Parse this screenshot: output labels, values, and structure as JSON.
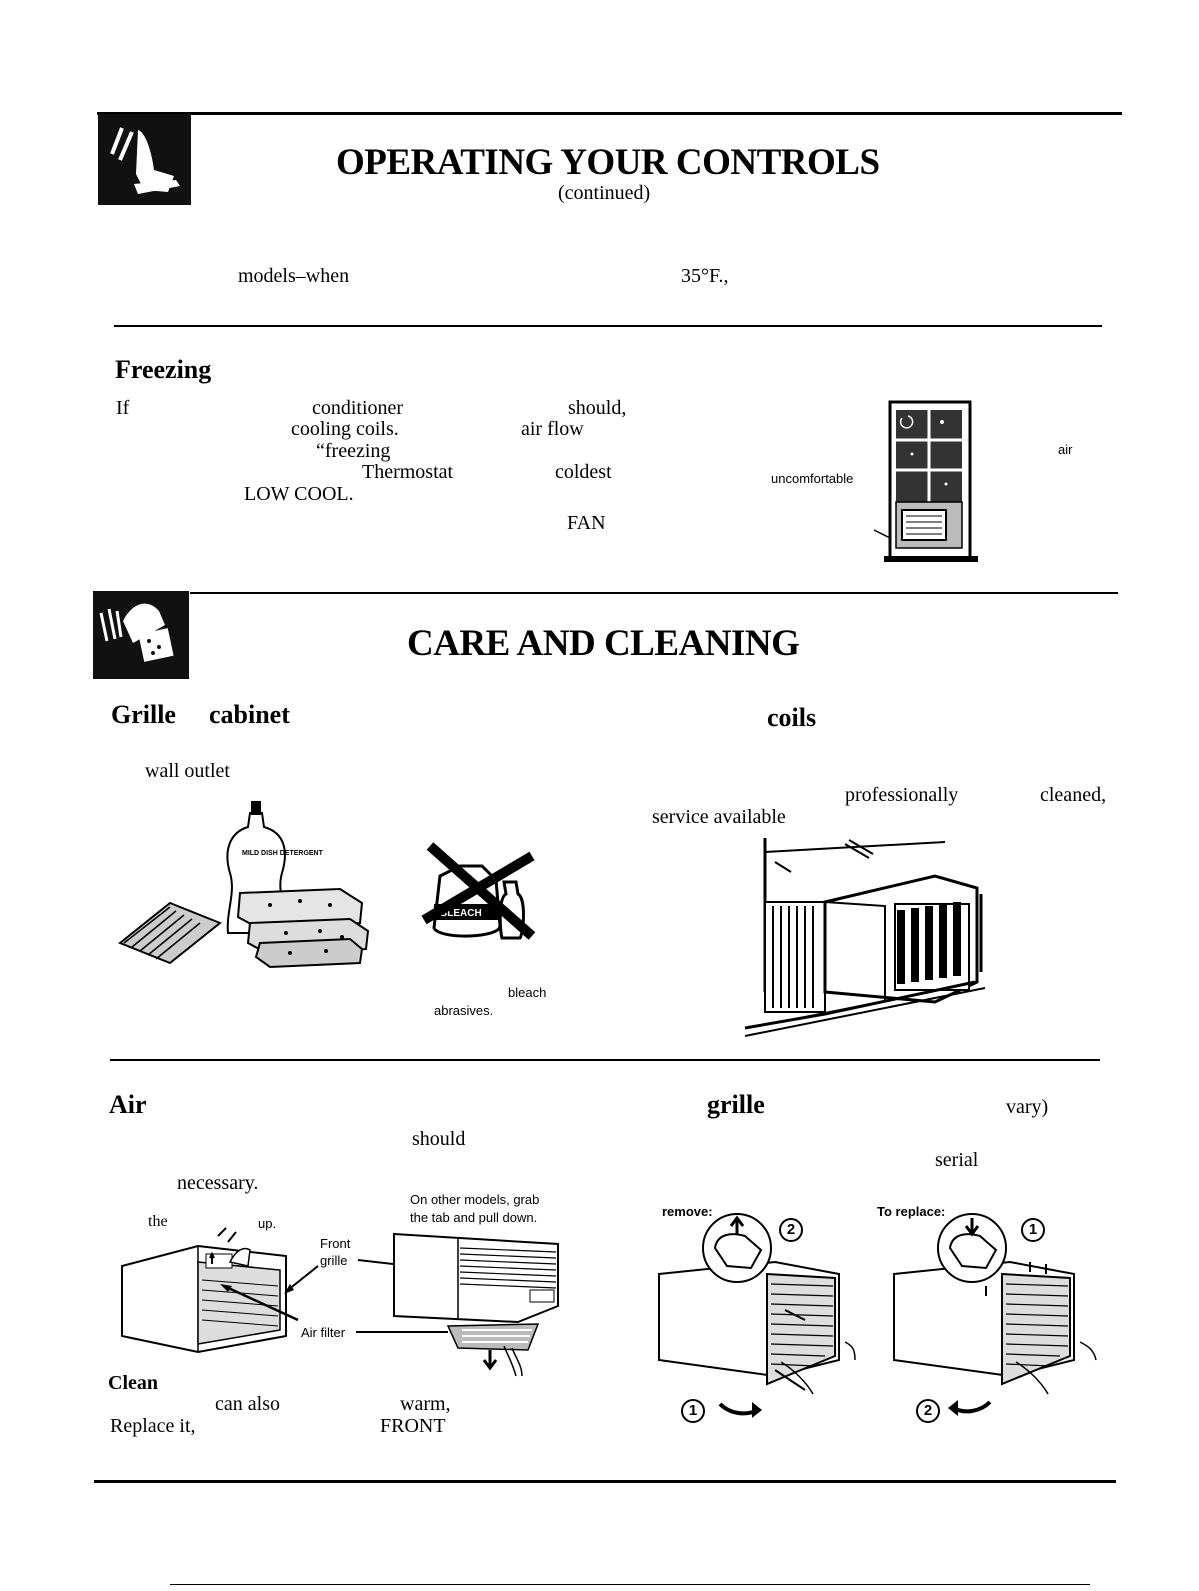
{
  "header": {
    "title": "OPERATING YOUR CONTROLS",
    "subtitle": "(continued)"
  },
  "intro_line": {
    "frag1": "models–when",
    "frag2": "35°F.,"
  },
  "freezing": {
    "heading": "Freezing",
    "w_if": "If",
    "w_conditioner": "conditioner",
    "w_should": "should,",
    "w_cooling_coils": "cooling coils.",
    "w_air_flow": "air flow",
    "w_freezing": "“freezing",
    "w_thermostat": "Thermostat",
    "w_coldest": "coldest",
    "w_low_cool": "LOW COOL.",
    "w_fan": "FAN",
    "w_uncomfortable": "uncomfortable",
    "w_air": "air"
  },
  "care": {
    "title": "CARE AND CLEANING",
    "grille_heading": "Grille",
    "cabinet_heading": "cabinet",
    "coils_heading": "coils",
    "w_wall_outlet": "wall outlet",
    "w_professionally": "professionally",
    "w_cleaned": "cleaned,",
    "w_service_available": "service available",
    "w_bleach": "bleach",
    "w_abrasives": "abrasives.",
    "bottle_label": "BLEACH",
    "detergent_label": "MILD DISH DETERGENT"
  },
  "air_filter": {
    "heading": "Air",
    "w_should": "should",
    "w_necessary": "necessary.",
    "w_the": "the",
    "w_up": "up.",
    "other_models_1": "On other models, grab",
    "other_models_2": "the tab and pull down.",
    "front_grille_1": "Front",
    "front_grille_2": "grille",
    "air_filter_label": "Air filter",
    "w_clean": "Clean",
    "w_can_also": "can also",
    "w_warm": "warm,",
    "w_replace_it": "Replace it,",
    "w_front": "FRONT"
  },
  "front_grille": {
    "heading": "grille",
    "w_vary": "vary)",
    "w_serial": "serial",
    "remove_label": "remove:",
    "replace_label": "To replace:",
    "step1": "1",
    "step2": "2"
  }
}
